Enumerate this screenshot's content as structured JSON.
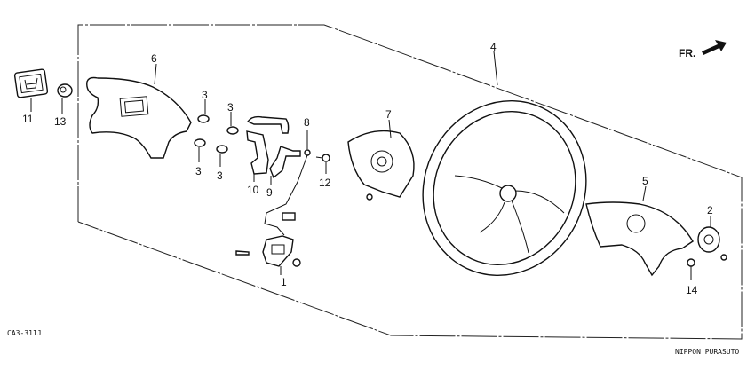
{
  "diagram": {
    "direction_marker": "FR.",
    "figure_code": "CA3-311J",
    "publisher": "NIPPON PURASUTO",
    "parts": [
      {
        "ref": "1"
      },
      {
        "ref": "2"
      },
      {
        "ref": "3"
      },
      {
        "ref": "4"
      },
      {
        "ref": "5"
      },
      {
        "ref": "6"
      },
      {
        "ref": "7"
      },
      {
        "ref": "8"
      },
      {
        "ref": "9"
      },
      {
        "ref": "10"
      },
      {
        "ref": "11"
      },
      {
        "ref": "12"
      },
      {
        "ref": "13"
      },
      {
        "ref": "14"
      }
    ]
  }
}
